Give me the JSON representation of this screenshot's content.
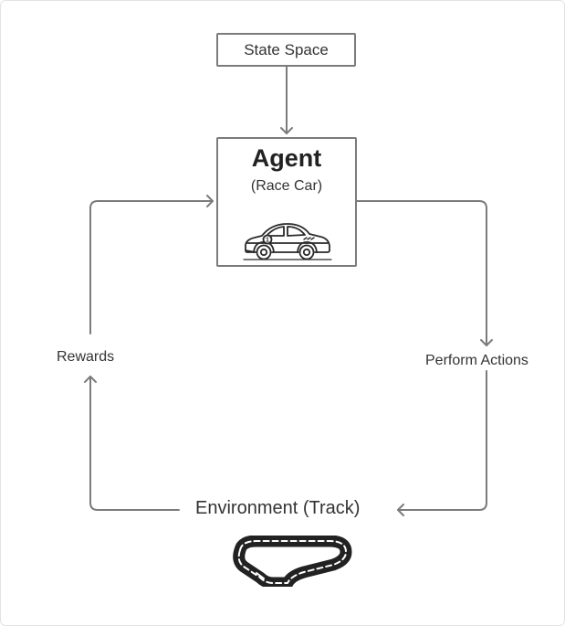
{
  "nodes": {
    "state_space": "State Space",
    "agent_title": "Agent",
    "agent_subtitle": "(Race Car)",
    "car_number": "1",
    "environment": "Environment (Track)"
  },
  "edges": {
    "rewards": "Rewards",
    "actions": "Perform Actions"
  },
  "icons": {
    "agent": "race-car-icon",
    "environment": "race-track-icon"
  },
  "colors": {
    "line": "#7b7b7b",
    "text": "#333333"
  }
}
